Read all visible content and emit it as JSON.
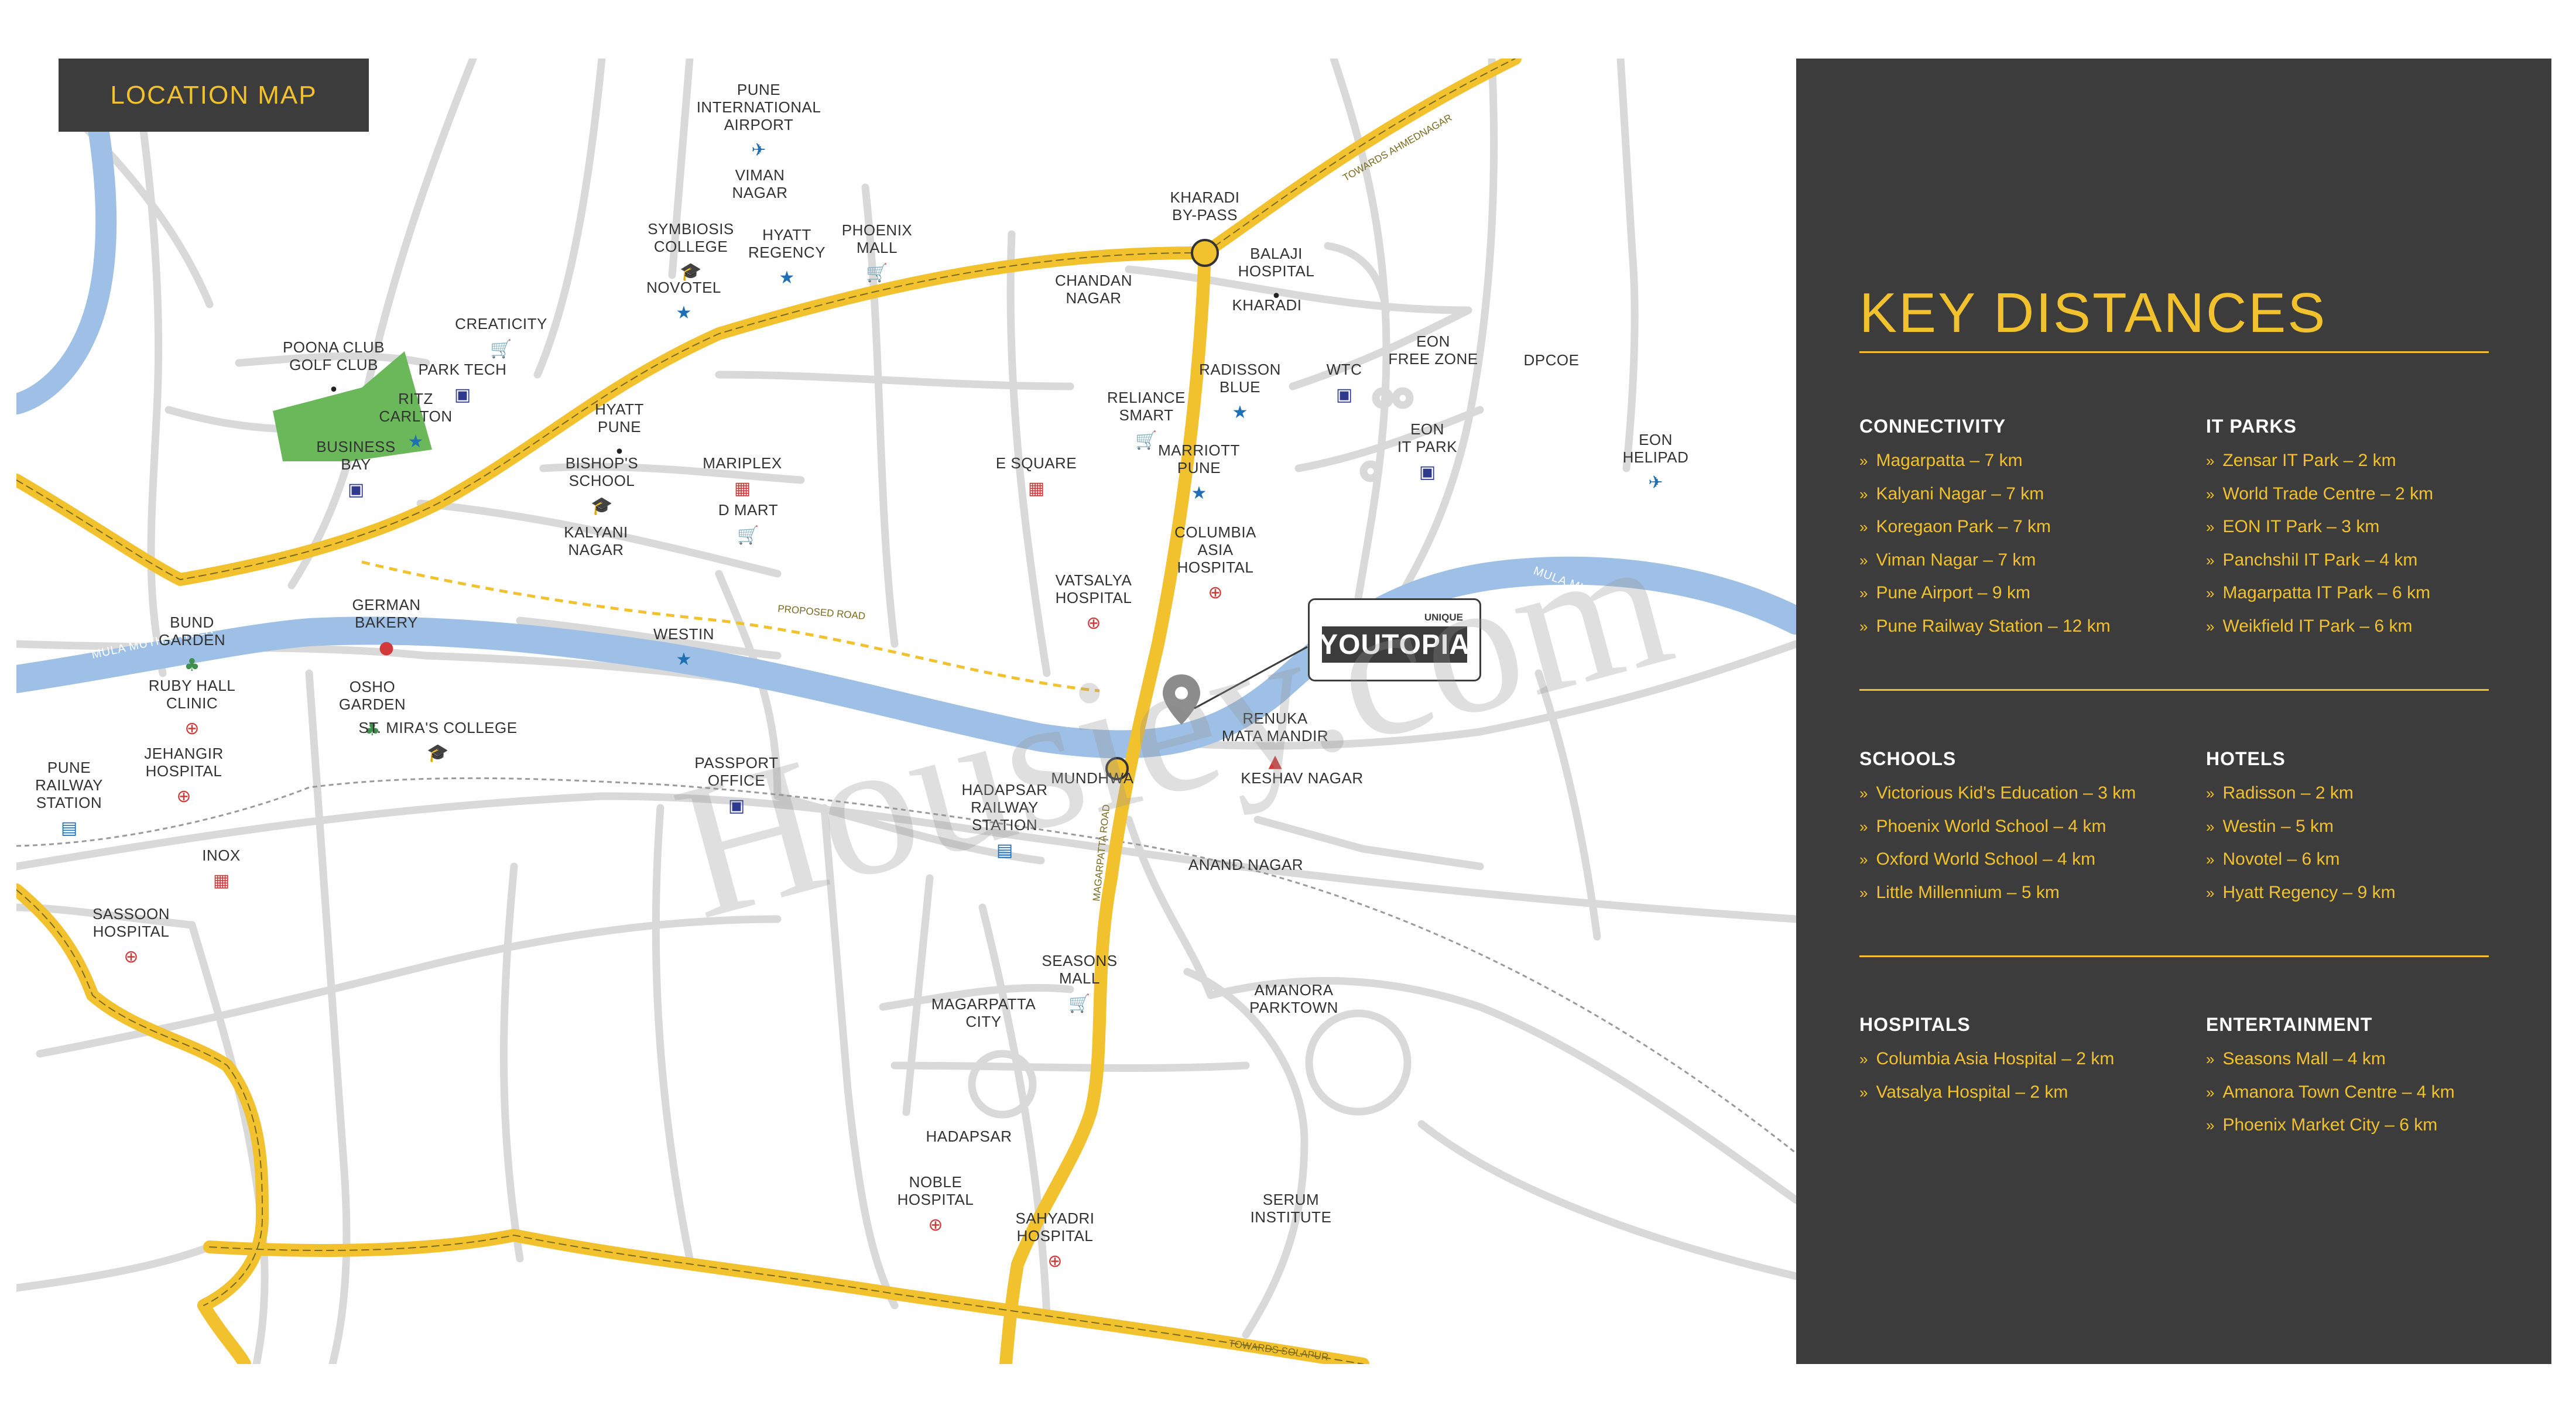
{
  "header": {
    "title": "LOCATION MAP"
  },
  "panel": {
    "title": "KEY DISTANCES",
    "sections": [
      {
        "heading": "CONNECTIVITY",
        "items": [
          "Magarpatta – 7 km",
          "Kalyani Nagar – 7 km",
          "Koregaon Park – 7 km",
          "Viman Nagar – 7 km",
          "Pune Airport – 9 km",
          "Pune Railway Station – 12 km"
        ]
      },
      {
        "heading": "IT PARKS",
        "items": [
          "Zensar IT Park – 2 km",
          "World Trade Centre – 2 km",
          "EON IT Park – 3 km",
          "Panchshil IT Park – 4 km",
          "Magarpatta IT Park – 6 km",
          "Weikfield IT Park – 6 km"
        ]
      },
      {
        "heading": "SCHOOLS",
        "items": [
          "Victorious Kid's Education – 3 km",
          "Phoenix World School – 4 km",
          "Oxford World School – 4 km",
          "Little Millennium – 5 km"
        ]
      },
      {
        "heading": "HOTELS",
        "items": [
          "Radisson – 2 km",
          "Westin – 5 km",
          "Novotel – 6 km",
          "Hyatt Regency – 9 km"
        ]
      },
      {
        "heading": "HOSPITALS",
        "items": [
          "Columbia Asia Hospital – 2 km",
          "Vatsalya Hospital – 2 km"
        ]
      },
      {
        "heading": "ENTERTAINMENT",
        "items": [
          "Seasons Mall – 4 km",
          "Amanora Town Centre – 4 km",
          "Phoenix Market City – 6 km"
        ]
      }
    ]
  },
  "project": {
    "brand": "YOUTOPIA",
    "tagline": "UNIQUE"
  },
  "watermark": "Housiey.com",
  "map": {
    "road_labels": {
      "ahmednagar": "TOWARDS AHMEDNAGAR",
      "solapur": "TOWARDS SOLAPUR",
      "magarpatta": "MAGARPATTA ROAD",
      "proposed": "PROPOSED ROAD"
    },
    "river_labels": [
      "MULA MUTHA RIVER",
      "MULA MUTHA RIVER",
      "MULA MUTHA RIVER"
    ],
    "places": [
      {
        "lines": [
          "PUNE",
          "INTERNATIONAL",
          "AIRPORT"
        ],
        "icon": "airport"
      },
      {
        "lines": [
          "VIMAN",
          "NAGAR"
        ],
        "icon": ""
      },
      {
        "lines": [
          "SYMBIOSIS",
          "COLLEGE"
        ],
        "icon": "school"
      },
      {
        "lines": [
          "HYATT",
          "REGENCY"
        ],
        "icon": "hotel"
      },
      {
        "lines": [
          "PHOENIX",
          "MALL"
        ],
        "icon": "mall"
      },
      {
        "lines": [
          "NOVOTEL"
        ],
        "icon": "hotel"
      },
      {
        "lines": [
          "KHARADI",
          "BY-PASS"
        ],
        "icon": ""
      },
      {
        "lines": [
          "BALAJI",
          "HOSPITAL"
        ],
        "icon": "dot"
      },
      {
        "lines": [
          "CHANDAN",
          "NAGAR"
        ],
        "icon": ""
      },
      {
        "lines": [
          "KHARADI"
        ],
        "icon": ""
      },
      {
        "lines": [
          "CREATICITY"
        ],
        "icon": "mall"
      },
      {
        "lines": [
          "POONA CLUB",
          "GOLF CLUB"
        ],
        "icon": "dot"
      },
      {
        "lines": [
          "PARK TECH"
        ],
        "icon": "office"
      },
      {
        "lines": [
          "RITZ",
          "CARLTON"
        ],
        "icon": "hotel"
      },
      {
        "lines": [
          "BUSINESS",
          "BAY"
        ],
        "icon": "office"
      },
      {
        "lines": [
          "HYATT",
          "PUNE"
        ],
        "icon": "dot"
      },
      {
        "lines": [
          "BISHOP'S",
          "SCHOOL"
        ],
        "icon": "school"
      },
      {
        "lines": [
          "MARIPLEX"
        ],
        "icon": "cinema"
      },
      {
        "lines": [
          "D MART"
        ],
        "icon": "mall"
      },
      {
        "lines": [
          "KALYANI",
          "NAGAR"
        ],
        "icon": ""
      },
      {
        "lines": [
          "E SQUARE"
        ],
        "icon": "cinema"
      },
      {
        "lines": [
          "RADISSON",
          "BLUE"
        ],
        "icon": "hotel"
      },
      {
        "lines": [
          "WTC"
        ],
        "icon": "office"
      },
      {
        "lines": [
          "EON",
          "FREE ZONE"
        ],
        "icon": ""
      },
      {
        "lines": [
          "DPCOE"
        ],
        "icon": ""
      },
      {
        "lines": [
          "RELIANCE",
          "SMART"
        ],
        "icon": "mall"
      },
      {
        "lines": [
          "MARRIOTT",
          "PUNE"
        ],
        "icon": "hotel"
      },
      {
        "lines": [
          "EON",
          "IT PARK"
        ],
        "icon": "office"
      },
      {
        "lines": [
          "EON",
          "HELIPAD"
        ],
        "icon": "airport"
      },
      {
        "lines": [
          "COLUMBIA",
          "ASIA",
          "HOSPITAL"
        ],
        "icon": "hospital"
      },
      {
        "lines": [
          "VATSALYA",
          "HOSPITAL"
        ],
        "icon": "hospital"
      },
      {
        "lines": [
          "BUND",
          "GARDEN"
        ],
        "icon": "garden"
      },
      {
        "lines": [
          "GERMAN",
          "BAKERY"
        ],
        "icon": "restaurant"
      },
      {
        "lines": [
          "WESTIN"
        ],
        "icon": "hotel"
      },
      {
        "lines": [
          "OSHO",
          "GARDEN"
        ],
        "icon": "garden"
      },
      {
        "lines": [
          "ST. MIRA'S COLLEGE"
        ],
        "icon": "school"
      },
      {
        "lines": [
          "RUBY HALL",
          "CLINIC"
        ],
        "icon": "hospital"
      },
      {
        "lines": [
          "RENUKA",
          "MATA MANDIR"
        ],
        "icon": "temple"
      },
      {
        "lines": [
          "PUNE",
          "RAILWAY",
          "STATION"
        ],
        "icon": "train"
      },
      {
        "lines": [
          "JEHANGIR",
          "HOSPITAL"
        ],
        "icon": "hospital"
      },
      {
        "lines": [
          "PASSPORT",
          "OFFICE"
        ],
        "icon": "office"
      },
      {
        "lines": [
          "MUNDHWA"
        ],
        "icon": ""
      },
      {
        "lines": [
          "KESHAV NAGAR"
        ],
        "icon": ""
      },
      {
        "lines": [
          "HADAPSAR",
          "RAILWAY",
          "STATION"
        ],
        "icon": "train"
      },
      {
        "lines": [
          "INOX"
        ],
        "icon": "cinema"
      },
      {
        "lines": [
          "ANAND NAGAR"
        ],
        "icon": ""
      },
      {
        "lines": [
          "SASSOON",
          "HOSPITAL"
        ],
        "icon": "hospital"
      },
      {
        "lines": [
          "SEASONS",
          "MALL"
        ],
        "icon": "mall"
      },
      {
        "lines": [
          "AMANORA",
          "PARKTOWN"
        ],
        "icon": ""
      },
      {
        "lines": [
          "MAGARPATTA",
          "CITY"
        ],
        "icon": ""
      },
      {
        "lines": [
          "HADAPSAR"
        ],
        "icon": ""
      },
      {
        "lines": [
          "NOBLE",
          "HOSPITAL"
        ],
        "icon": "hospital"
      },
      {
        "lines": [
          "SERUM",
          "INSTITUTE"
        ],
        "icon": ""
      },
      {
        "lines": [
          "SAHYADRI",
          "HOSPITAL"
        ],
        "icon": "hospital"
      }
    ]
  }
}
